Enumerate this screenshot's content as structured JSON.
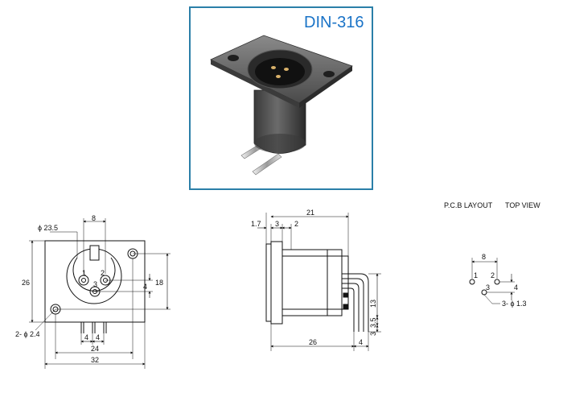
{
  "photo": {
    "model_label": "DIN-316",
    "frame_color": "#2b7fa8",
    "title_color": "#1a73c7"
  },
  "pcb_view": {
    "caption_left": "P.C.B LAYOUT",
    "caption_right": "TOP VIEW",
    "dim_pin_pitch": "8",
    "dim_offset": "4",
    "hole_note": "3- ϕ 1.3",
    "pin_labels": [
      "1",
      "2",
      "3"
    ]
  },
  "front_view": {
    "dim_spacing_top": "8",
    "dim_diameter": "ϕ 23.5",
    "dim_height_left": "26",
    "dim_height_right": "18",
    "dim_small": "4",
    "mount_hole_note": "2- ϕ 2.4",
    "dim_pins_a": "4",
    "dim_pins_b": "4",
    "dim_width_inner": "24",
    "dim_width_outer": "32",
    "pin_labels": [
      "1",
      "2",
      "3"
    ]
  },
  "side_view": {
    "dim_total_depth": "21",
    "dim_flange": "1.7",
    "dim_a": "3",
    "dim_b": "2",
    "dim_body": "26",
    "dim_lead": "4",
    "dim_pin_height": "13",
    "dim_lead_1": "3.5",
    "dim_lead_2": "3"
  }
}
